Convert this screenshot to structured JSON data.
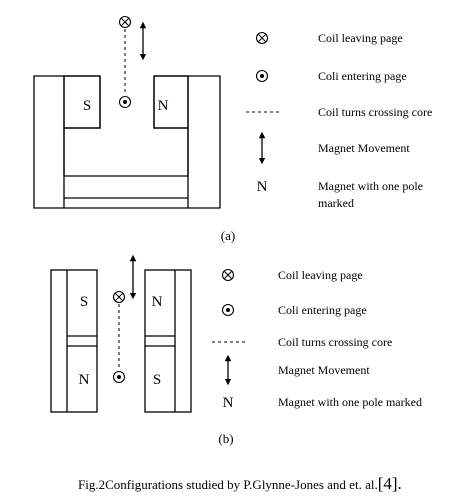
{
  "figure_a": {
    "label": "(a)",
    "magnet_left_pole": "S",
    "magnet_right_pole": "N",
    "legend": [
      {
        "icon": "coil-leaving-page-icon",
        "text": "Coil leaving page"
      },
      {
        "icon": "coil-entering-page-icon",
        "text": "Coli entering page"
      },
      {
        "icon": "coil-turns-line-icon",
        "text": "Coil turns crossing core"
      },
      {
        "icon": "magnet-movement-arrow-icon",
        "text": "Magnet Movement"
      },
      {
        "icon": "pole-marker-N",
        "symbol": "N",
        "text": "Magnet with one pole",
        "text2": "marked"
      }
    ]
  },
  "figure_b": {
    "label": "(b)",
    "left_top_pole": "S",
    "left_bottom_pole": "N",
    "right_top_pole": "N",
    "right_bottom_pole": "S",
    "legend": [
      {
        "icon": "coil-leaving-page-icon",
        "text": "Coil leaving page"
      },
      {
        "icon": "coil-entering-page-icon",
        "text": "Coli entering page"
      },
      {
        "icon": "coil-turns-line-icon",
        "text": "Coil turns crossing core"
      },
      {
        "icon": "magnet-movement-arrow-icon",
        "text": "Magnet Movement"
      },
      {
        "icon": "pole-marker-N",
        "symbol": "N",
        "text": "Magnet with one pole marked"
      }
    ]
  },
  "caption": {
    "text": "Fig.2Configurations studied by P.Glynne-Jones and et. al.",
    "ref": "[4]."
  }
}
